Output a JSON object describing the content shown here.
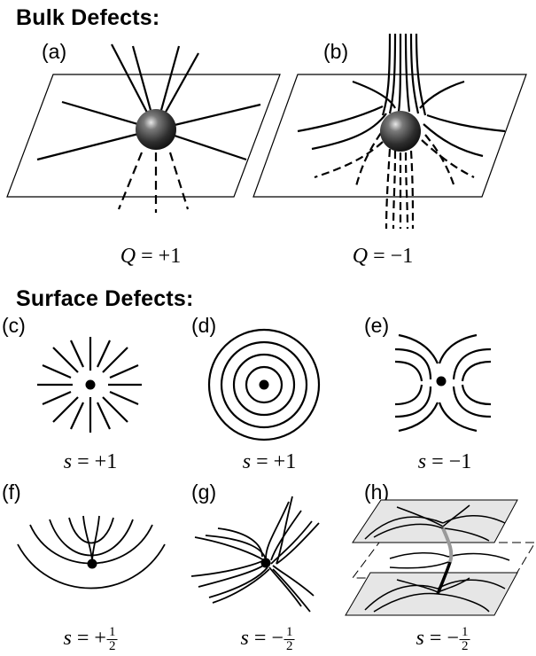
{
  "headings": {
    "bulk": "Bulk Defects:",
    "surface": "Surface Defects:"
  },
  "panels": [
    {
      "id": "a",
      "label": "(a)",
      "charge_var": "Q",
      "charge_value": "+1"
    },
    {
      "id": "b",
      "label": "(b)",
      "charge_var": "Q",
      "charge_value": "−1"
    },
    {
      "id": "c",
      "label": "(c)",
      "charge_var": "s",
      "charge_value": "+1"
    },
    {
      "id": "d",
      "label": "(d)",
      "charge_var": "s",
      "charge_value": "+1"
    },
    {
      "id": "e",
      "label": "(e)",
      "charge_var": "s",
      "charge_value": "−1"
    },
    {
      "id": "f",
      "label": "(f)",
      "charge_var": "s",
      "charge_sign": "+",
      "charge_num": "1",
      "charge_den": "2"
    },
    {
      "id": "g",
      "label": "(g)",
      "charge_var": "s",
      "charge_sign": "−",
      "charge_num": "1",
      "charge_den": "2"
    },
    {
      "id": "h",
      "label": "(h)",
      "charge_var": "s",
      "charge_sign": "−",
      "charge_num": "1",
      "charge_den": "2"
    }
  ],
  "colors": {
    "line": "#000000",
    "sphere": "#3a3a3a",
    "plane_fill": "#e6e6e6"
  }
}
